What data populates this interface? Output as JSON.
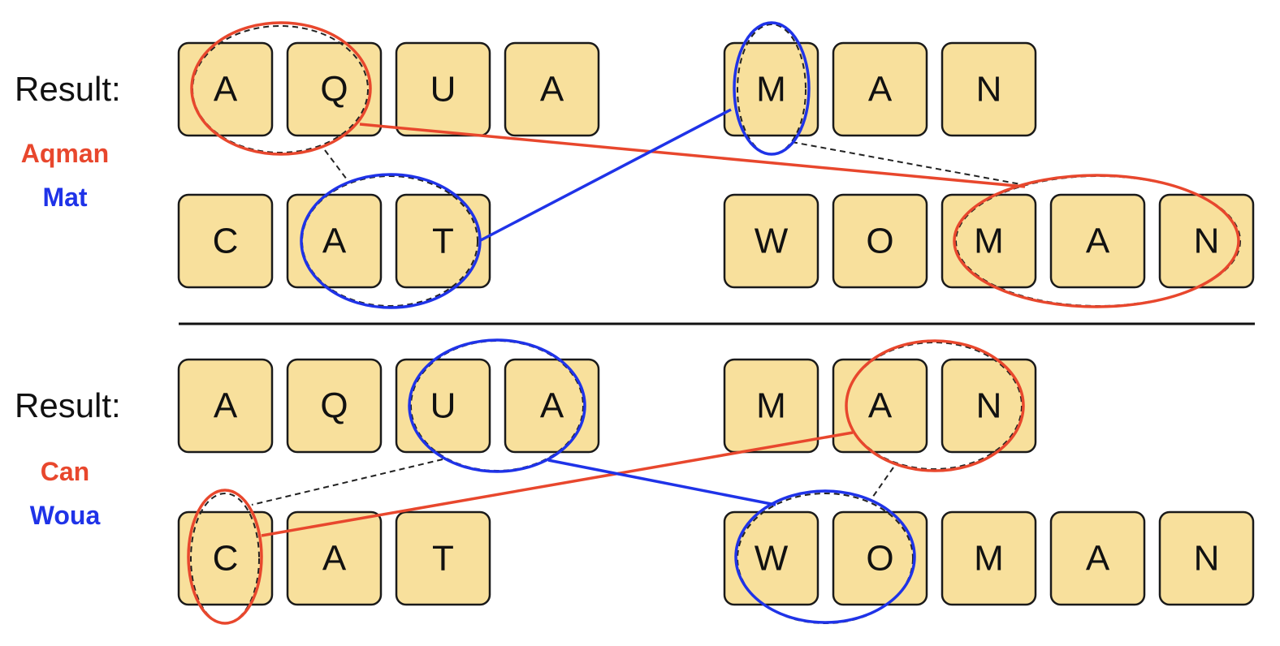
{
  "colors": {
    "red": "#e8472d",
    "blue": "#1f33e8",
    "tile_fill": "#f8e09c",
    "divider": "#111111"
  },
  "panels": [
    {
      "result_label": "Result:",
      "word_a": "Aqman",
      "word_b": "Mat",
      "rows": [
        {
          "left": [
            "A",
            "Q",
            "U",
            "A"
          ],
          "right": [
            "M",
            "A",
            "N"
          ]
        },
        {
          "left": [
            "C",
            "A",
            "T"
          ],
          "right": [
            "W",
            "O",
            "M",
            "A",
            "N"
          ]
        }
      ]
    },
    {
      "result_label": "Result:",
      "word_a": "Can",
      "word_b": "Woua",
      "rows": [
        {
          "left": [
            "A",
            "Q",
            "U",
            "A"
          ],
          "right": [
            "M",
            "A",
            "N"
          ]
        },
        {
          "left": [
            "C",
            "A",
            "T"
          ],
          "right": [
            "W",
            "O",
            "M",
            "A",
            "N"
          ]
        }
      ]
    }
  ]
}
